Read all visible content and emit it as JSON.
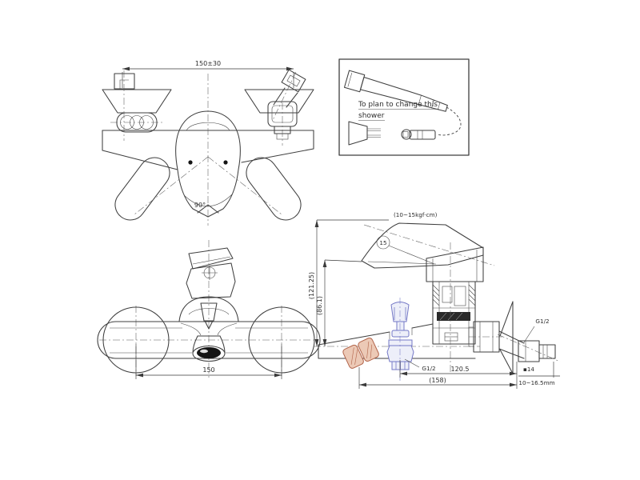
{
  "colors": {
    "line": "#3f3f3f",
    "dimension": "#3a3a3a",
    "highlight_blue": "#7478c6",
    "highlight_blue_fill": "#edeff9",
    "highlight_orange": "#b2644a",
    "highlight_orange_fill": "#ecc9b6",
    "aerator": "#141414",
    "background": "#ffffff"
  },
  "views": {
    "top_view": {
      "dim_inlet_center_distance": "150±30",
      "spout_swing_angle": "90°"
    },
    "shower_note": {
      "line1": "To plan to change this",
      "line2": "shower"
    },
    "front_view": {
      "dim_inlet_center_distance": "150"
    },
    "side_view": {
      "torque_note": "(10~15kgf·cm)",
      "balloon_ref": "15",
      "dim_overall_height": "(121.25)",
      "dim_body_height": "(86.1)",
      "shower_outlet_thread": "G1/2",
      "dim_wall_to_diverter": "120.5",
      "dim_overall_depth": "(158)",
      "inlet_thread": "G1/2",
      "wrench_flat": "▪14",
      "wall_depth_range": "10~16.5mm"
    }
  }
}
